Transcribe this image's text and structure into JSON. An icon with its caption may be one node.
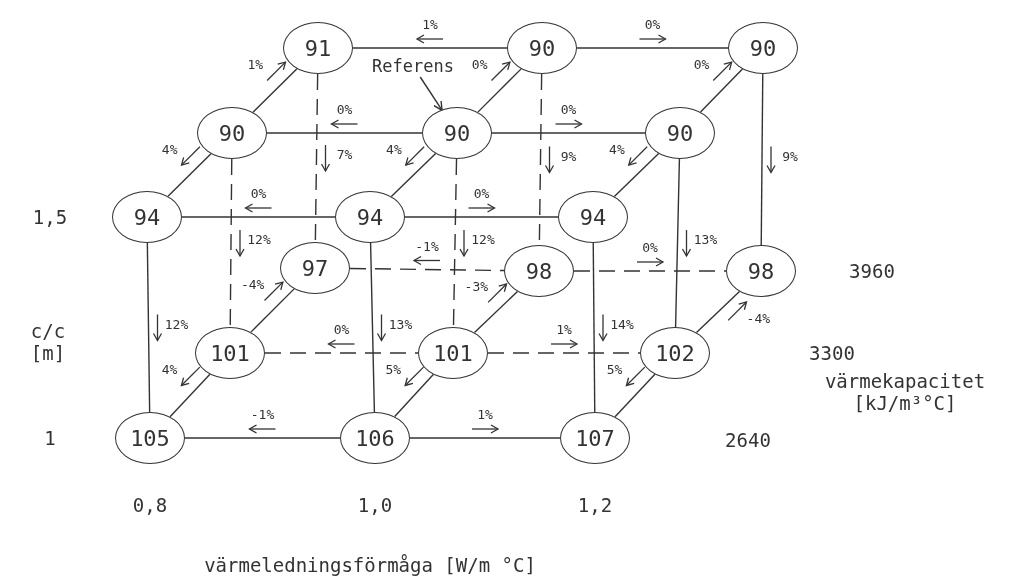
{
  "diagram": {
    "nodes": [
      {
        "text": [
          "91"
        ]
      },
      {
        "text": [
          "90"
        ]
      },
      {
        "text": [
          "90"
        ]
      },
      {
        "text": [
          "Referens"
        ]
      },
      {
        "text": [
          "90"
        ]
      },
      {
        "text": [
          "90"
        ]
      },
      {
        "text": [
          "90"
        ]
      },
      {
        "text": [
          "94"
        ]
      },
      {
        "text": [
          "94"
        ]
      },
      {
        "text": [
          "94"
        ]
      },
      {
        "text": [
          "97"
        ]
      },
      {
        "text": [
          "98"
        ]
      },
      {
        "text": [
          "98"
        ]
      },
      {
        "text": [
          "101"
        ]
      },
      {
        "text": [
          "101"
        ]
      },
      {
        "text": [
          "102"
        ]
      },
      {
        "text": [
          "105"
        ]
      },
      {
        "text": [
          "106"
        ]
      },
      {
        "text": [
          "107"
        ]
      }
    ],
    "edges": [
      {
        "from": 0,
        "to": 1,
        "arrow": "none",
        "label": "1%"
      },
      {
        "from": 1,
        "to": 2,
        "arrow": "none",
        "label": "0%"
      },
      {
        "from": 4,
        "to": 0,
        "arrow": "none",
        "label": "1%"
      },
      {
        "from": 5,
        "to": 1,
        "arrow": "none",
        "label": "0%"
      },
      {
        "from": 6,
        "to": 2,
        "arrow": "none",
        "label": "0%"
      },
      {
        "from": 3,
        "to": 5,
        "arrow": "to"
      },
      {
        "from": 4,
        "to": 5,
        "arrow": "none",
        "label": "0%"
      },
      {
        "from": 5,
        "to": 6,
        "arrow": "none",
        "label": "0%"
      },
      {
        "from": 4,
        "to": 7,
        "arrow": "none",
        "label": "4%"
      },
      {
        "from": 5,
        "to": 8,
        "arrow": "none",
        "label": "4%"
      },
      {
        "from": 6,
        "to": 9,
        "arrow": "none",
        "label": "4%"
      },
      {
        "from": 7,
        "to": 8,
        "arrow": "none",
        "label": "0%"
      },
      {
        "from": 8,
        "to": 9,
        "arrow": "none",
        "label": "0%"
      },
      {
        "from": 0,
        "to": 10,
        "arrow": "none",
        "label": "7%",
        "style": "dashed"
      },
      {
        "from": 1,
        "to": 11,
        "arrow": "none",
        "label": "9%",
        "style": "dashed"
      },
      {
        "from": 2,
        "to": 12,
        "arrow": "none",
        "label": "9%"
      },
      {
        "from": 4,
        "to": 13,
        "arrow": "none",
        "label": "12%",
        "style": "dashed"
      },
      {
        "from": 5,
        "to": 14,
        "arrow": "none",
        "label": "12%",
        "style": "dashed"
      },
      {
        "from": 6,
        "to": 15,
        "arrow": "none",
        "label": "13%"
      },
      {
        "from": 7,
        "to": 16,
        "arrow": "none",
        "label": "12%"
      },
      {
        "from": 8,
        "to": 17,
        "arrow": "none",
        "label": "13%"
      },
      {
        "from": 9,
        "to": 18,
        "arrow": "none",
        "label": "14%"
      },
      {
        "from": 10,
        "to": 11,
        "arrow": "none",
        "label": "-1%",
        "style": "dashed"
      },
      {
        "from": 11,
        "to": 12,
        "arrow": "none",
        "label": "0%",
        "style": "dashed"
      },
      {
        "from": 13,
        "to": 14,
        "arrow": "none",
        "label": "0%",
        "style": "dashed"
      },
      {
        "from": 14,
        "to": 15,
        "arrow": "none",
        "label": "1%",
        "style": "dashed"
      },
      {
        "from": 13,
        "to": 10,
        "arrow": "none",
        "label": "-4%"
      },
      {
        "from": 14,
        "to": 11,
        "arrow": "none",
        "label": "-3%"
      },
      {
        "from": 15,
        "to": 12,
        "arrow": "none",
        "label": "-4%"
      },
      {
        "from": 13,
        "to": 16,
        "arrow": "none",
        "label": "4%"
      },
      {
        "from": 14,
        "to": 17,
        "arrow": "none",
        "label": "5%"
      },
      {
        "from": 15,
        "to": 18,
        "arrow": "none",
        "label": "5%"
      },
      {
        "from": 16,
        "to": 17,
        "arrow": "none",
        "label": "-1%"
      },
      {
        "from": 17,
        "to": 18,
        "arrow": "none",
        "label": "1%"
      }
    ],
    "labels": [
      "1,5",
      "c/c [m]",
      "1",
      "3960",
      "3300",
      "värmekapacitet [kJ/m³°C]",
      "2640",
      "0,8",
      "1,0",
      "1,2",
      "värmeledningsförmåga [W/m °C]"
    ]
  }
}
